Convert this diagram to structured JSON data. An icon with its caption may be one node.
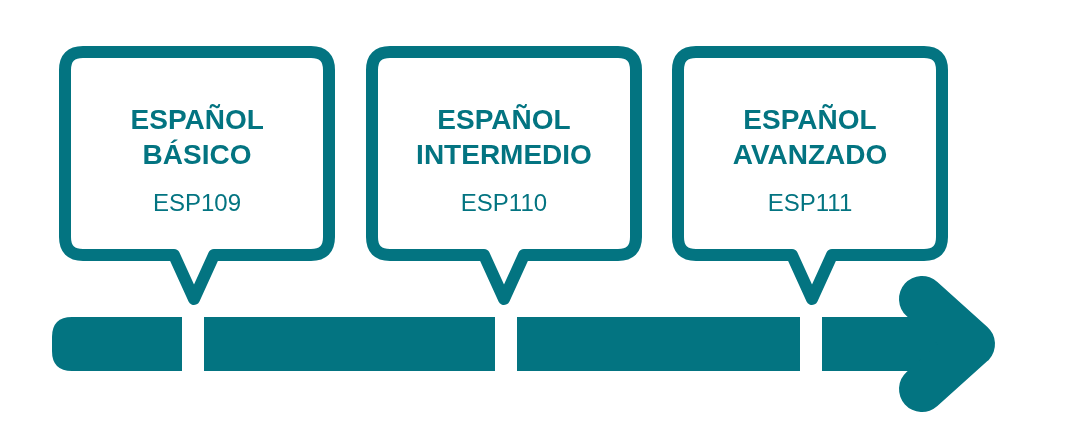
{
  "diagram": {
    "nodes": [
      {
        "text": [
          "ESPAÑOL BÁSICO",
          "ESP109"
        ]
      },
      {
        "text": [
          "ESPAÑOL INTERMEDIO",
          "ESP110"
        ]
      },
      {
        "text": [
          "ESPAÑOL AVANZADO",
          "ESP111"
        ]
      }
    ]
  }
}
